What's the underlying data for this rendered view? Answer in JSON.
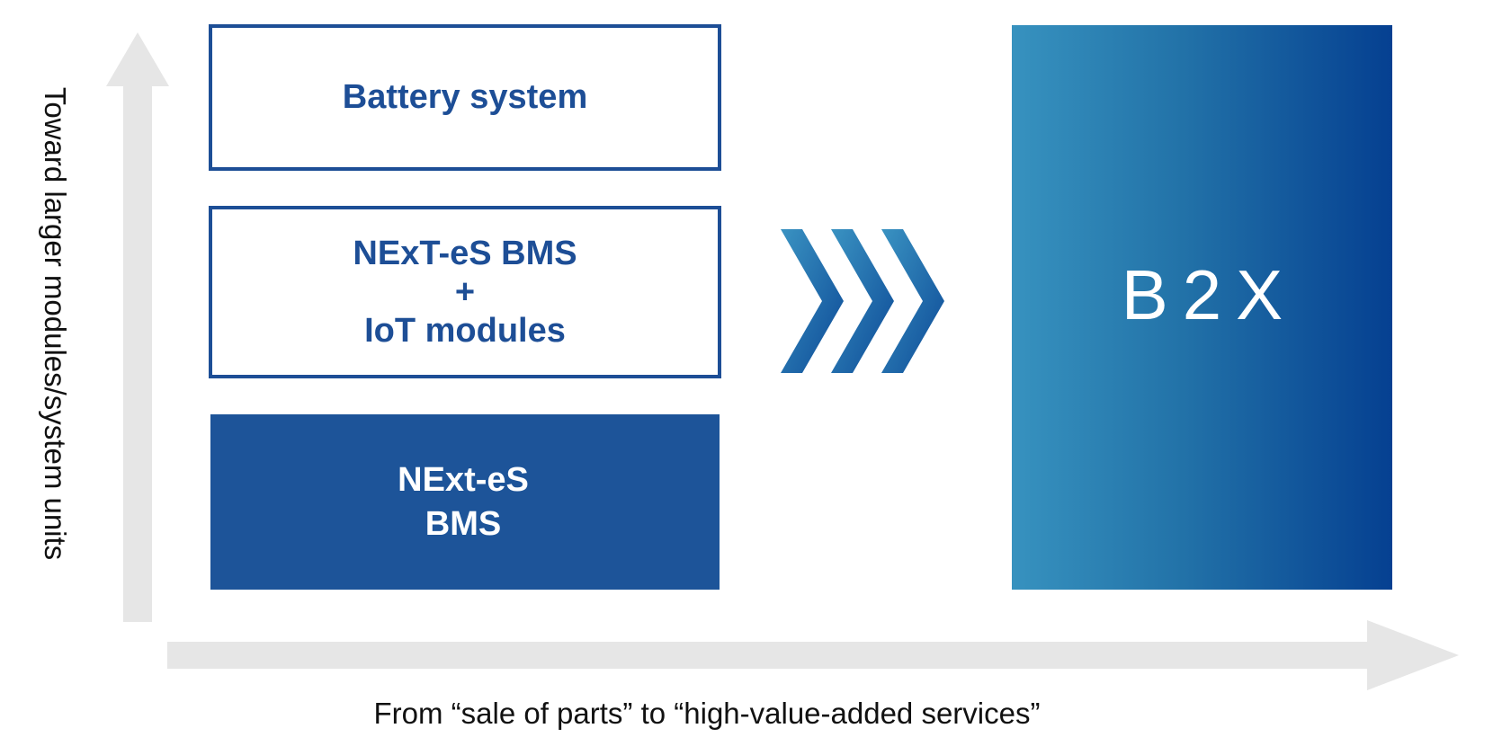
{
  "axes": {
    "vertical_label": "Toward larger modules/system units",
    "horizontal_label": "From “sale of parts” to “high-value-added services”",
    "arrow_color": "#e6e6e6"
  },
  "boxes": {
    "battery_system": {
      "label": "Battery system"
    },
    "next_es_bms_iot": {
      "line1": "NExT-eS BMS",
      "line2": "+",
      "line3": "IoT modules"
    },
    "next_es_bms": {
      "line1": "NExt-eS",
      "line2": "BMS"
    }
  },
  "target": {
    "label": "B2X"
  },
  "colors": {
    "navy": "#1d4e96",
    "filled_box": "#1d5499",
    "gradient_light": "#3792bf",
    "gradient_dark": "#054091",
    "text_dark": "#111111"
  }
}
